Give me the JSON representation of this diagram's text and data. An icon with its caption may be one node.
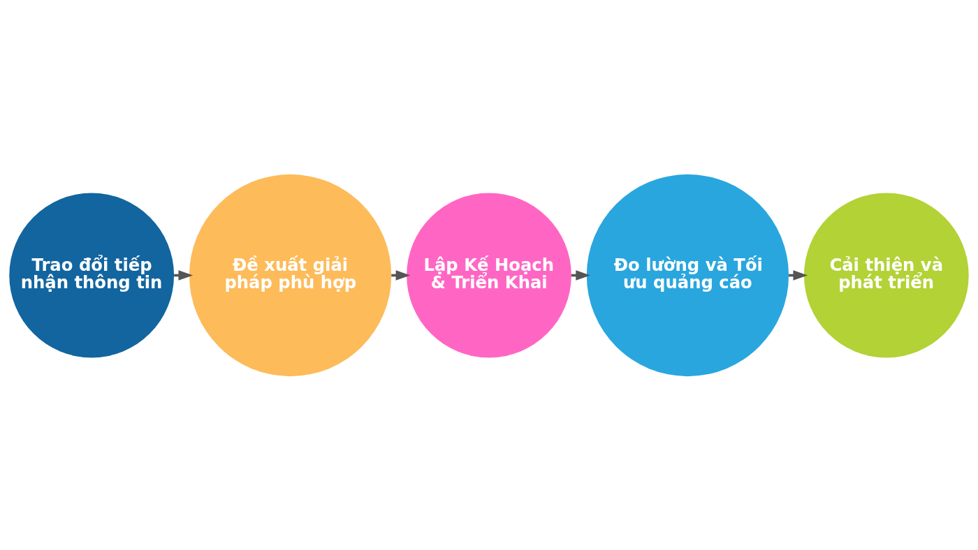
{
  "diagram": {
    "nodes": [
      {
        "text": [
          "Trao đổi tiếp nhận thông tin"
        ]
      },
      {
        "text": [
          "Đề xuất giải pháp phù hợp"
        ]
      },
      {
        "text": [
          "Lập Kế Hoạch & Triển Khai"
        ]
      },
      {
        "text": [
          "Đo lường và Tối ưu quảng cáo"
        ]
      },
      {
        "text": [
          "Cải thiện và phát triển"
        ]
      }
    ],
    "edges": [
      {
        "from": 0,
        "to": 1,
        "arrow": "to"
      },
      {
        "from": 1,
        "to": 2,
        "arrow": "to"
      },
      {
        "from": 2,
        "to": 3,
        "arrow": "to"
      },
      {
        "from": 3,
        "to": 4,
        "arrow": "to"
      }
    ]
  }
}
